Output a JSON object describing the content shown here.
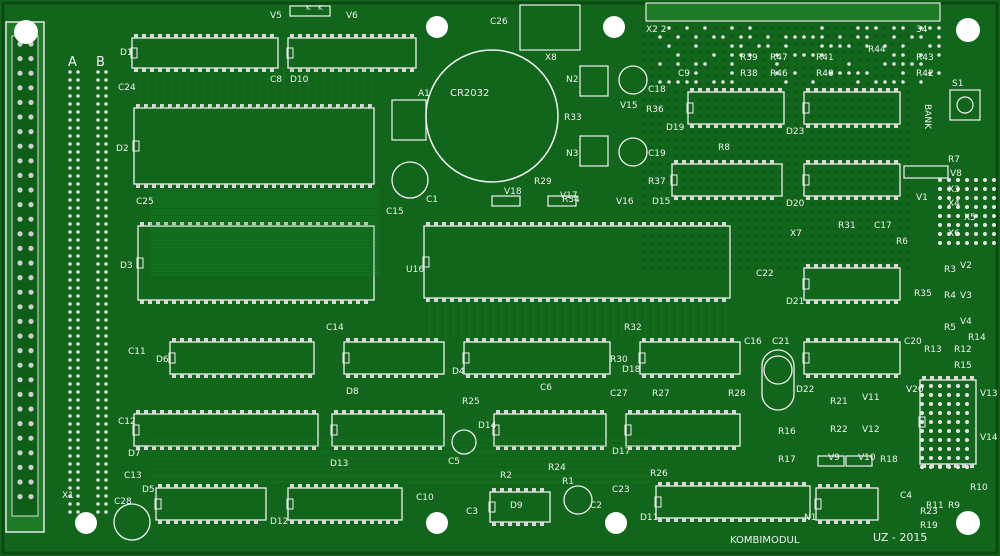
{
  "board": {
    "title_mark": "KOMBIMODUL",
    "year_mark": "UZ - 2015",
    "edge_label_a": "A",
    "edge_label_b": "B",
    "bank_label": "BANK",
    "battery_label": "CR2032",
    "colors": {
      "pcb": "#11661b",
      "trace": "#0f7a1d",
      "silk": "#f2f2f2",
      "pad": "#d9d9d9",
      "hole": "#ffffff"
    }
  },
  "refs": {
    "D1": "D1",
    "D2": "D2",
    "D3": "D3",
    "D4": "D4",
    "D5": "D5",
    "D6": "D6",
    "D7": "D7",
    "D8": "D8",
    "D9": "D9",
    "D11": "D11",
    "D12": "D12",
    "D13": "D13",
    "D14": "D14",
    "D15": "D15",
    "D16": "U16",
    "D17": "D17",
    "D18": "D18",
    "D19": "D19",
    "D20": "D20",
    "D21": "D21",
    "D22": "D22",
    "D23": "D23",
    "D10": "D10",
    "C8": "C8",
    "C1": "C1",
    "C2": "C2",
    "C3": "C3",
    "C4": "C4",
    "C5": "C5",
    "C6": "C6",
    "C9": "C9",
    "C10": "C10",
    "C11": "C11",
    "C12": "C12",
    "C13": "C13",
    "C14": "C14",
    "C15": "C15",
    "C16": "C16",
    "C17": "C17",
    "C18": "C18",
    "C19": "C19",
    "C20": "C20",
    "C21": "C21",
    "C22": "C22",
    "C23": "C23",
    "C24": "C24",
    "C25": "C25",
    "C26": "C26",
    "C27": "C27",
    "C28": "C28",
    "R1": "R1",
    "R2": "R2",
    "R3": "R3",
    "R4": "R4",
    "R5": "R5",
    "R6": "R6",
    "R7": "R7",
    "R8": "R8",
    "R9": "R9",
    "R10": "R10",
    "R11": "R11",
    "R12": "R12",
    "R13": "R13",
    "R14": "R14",
    "R15": "R15",
    "R16": "R16",
    "R17": "R17",
    "R18": "R18",
    "R19": "R19",
    "R21": "R21",
    "R22": "R22",
    "R23": "R23",
    "R24": "R24",
    "R25": "R25",
    "R26": "R26",
    "R27": "R27",
    "R28": "R28",
    "R29": "R29",
    "R30": "R30",
    "R31": "R31",
    "R32": "R32",
    "R33": "R33",
    "R34": "R34",
    "R35": "R35",
    "R36": "R36",
    "R37": "R37",
    "R38": "R38",
    "R39": "R39",
    "R40": "R40",
    "R41": "R41",
    "R42": "R42",
    "R43": "R43",
    "R44": "R44",
    "R46": "R46",
    "R47": "R47",
    "V1": "V1",
    "V2": "V2",
    "V3": "V3",
    "V4": "V4",
    "V5": "V5",
    "V6": "V6",
    "V8": "V8",
    "V9": "V9",
    "V10": "V10",
    "V11": "V11",
    "V12": "V12",
    "V13": "V13",
    "V14": "V14",
    "V15": "V15",
    "V16": "V16",
    "V17": "V17",
    "V18": "V18",
    "V20": "V20",
    "X1": "X1",
    "X2": "X2 2",
    "X3": "X3",
    "X4": "X4",
    "X5": "X5",
    "X6": "X6",
    "X7": "X7",
    "X8": "X8",
    "X34": "34",
    "N1": "N1",
    "N2": "N2",
    "N3": "N3",
    "S1": "S1",
    "A1": "A1",
    "K1": "K",
    "K2": "K"
  }
}
